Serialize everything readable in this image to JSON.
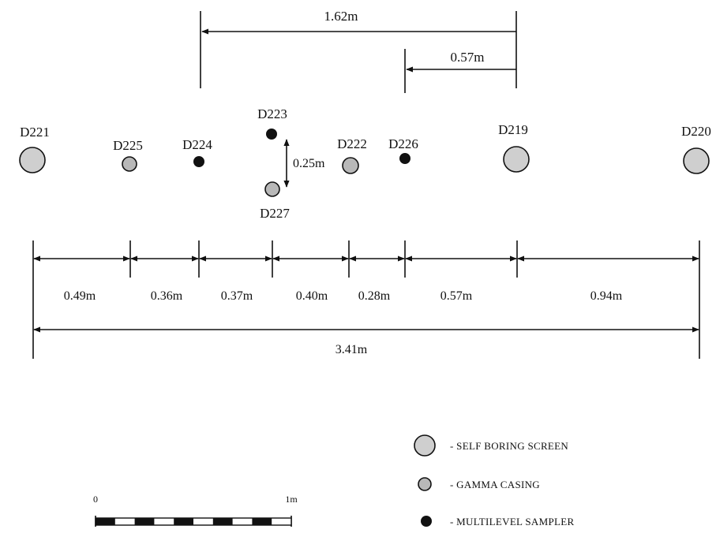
{
  "colors": {
    "ink": "#111111",
    "screen_fill": "#cfcfcf",
    "casing_fill": "#b8b8b8",
    "sampler_fill": "#111111"
  },
  "wells": [
    {
      "id": "D221",
      "type": "self_boring_screen"
    },
    {
      "id": "D225",
      "type": "gamma_casing"
    },
    {
      "id": "D224",
      "type": "multilevel_sampler"
    },
    {
      "id": "D223",
      "type": "multilevel_sampler"
    },
    {
      "id": "D227",
      "type": "gamma_casing"
    },
    {
      "id": "D222",
      "type": "gamma_casing"
    },
    {
      "id": "D226",
      "type": "multilevel_sampler"
    },
    {
      "id": "D219",
      "type": "self_boring_screen"
    },
    {
      "id": "D220",
      "type": "self_boring_screen"
    }
  ],
  "dimensions": {
    "top_long": "1.62m",
    "top_short": "0.57m",
    "vertical": "0.25m",
    "segments": [
      "0.49m",
      "0.36m",
      "0.37m",
      "0.40m",
      "0.28m",
      "0.57m",
      "0.94m"
    ],
    "total": "3.41m"
  },
  "legend": [
    {
      "symbol": "self_boring_screen",
      "label": "- SELF BORING SCREEN"
    },
    {
      "symbol": "gamma_casing",
      "label": "- GAMMA CASING"
    },
    {
      "symbol": "multilevel_sampler",
      "label": "- MULTILEVEL SAMPLER"
    }
  ],
  "scale_bar": {
    "start_label": "0",
    "end_label": "1m",
    "divisions": 10
  }
}
